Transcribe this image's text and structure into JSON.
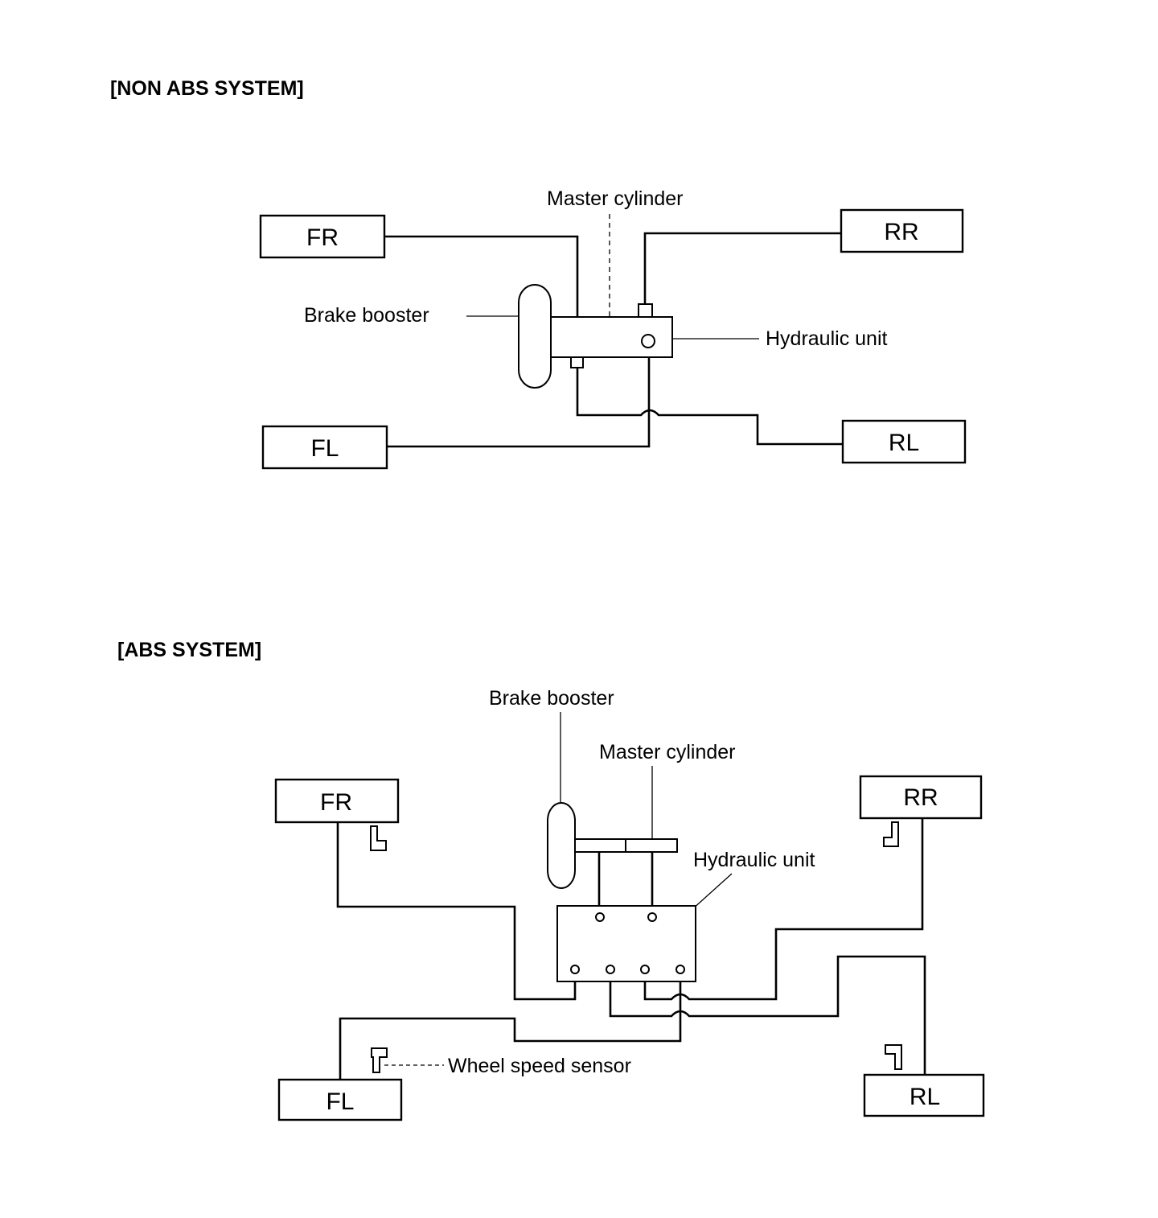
{
  "non_abs": {
    "title": "[NON ABS SYSTEM]",
    "labels": {
      "master_cylinder": "Master cylinder",
      "brake_booster": "Brake booster",
      "hydraulic_unit": "Hydraulic unit"
    },
    "wheels": {
      "fr": "FR",
      "rr": "RR",
      "fl": "FL",
      "rl": "RL"
    }
  },
  "abs": {
    "title": "[ABS SYSTEM]",
    "labels": {
      "brake_booster": "Brake booster",
      "master_cylinder": "Master cylinder",
      "hydraulic_unit": "Hydraulic unit",
      "wheel_speed_sensor": "Wheel speed sensor"
    },
    "wheels": {
      "fr": "FR",
      "rr": "RR",
      "fl": "FL",
      "rl": "RL"
    }
  }
}
